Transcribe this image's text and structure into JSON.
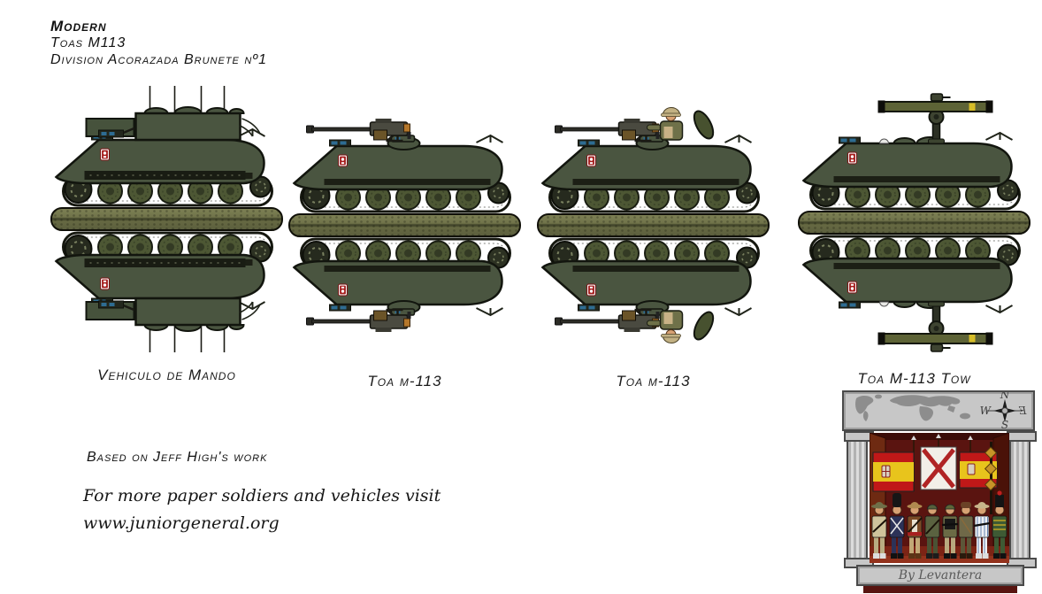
{
  "header": {
    "title": "Modern",
    "subtitle": "Toas M113",
    "unit": "Division Acorazada Brunete nº1"
  },
  "vehicles": [
    {
      "id": "command",
      "label": "Vehiculo de Mando"
    },
    {
      "id": "mg",
      "label": "Toa m-113"
    },
    {
      "id": "crew",
      "label": "Toa m-113"
    },
    {
      "id": "tow",
      "label": "Toa M-113 Tow"
    }
  ],
  "credits": {
    "based_on": "Based on Jeff High's work",
    "promo_line1": "For more paper soldiers and vehicles visit",
    "promo_line2": "www.juniorgeneral.org"
  },
  "logo": {
    "author": "By Levantera",
    "compass": {
      "north": "N",
      "west": "W",
      "east": "E",
      "south": "S"
    }
  },
  "colors": {
    "hull_olive": "#4a5540",
    "wheel_olive": "#4d5734",
    "track_dark": "#15170f",
    "fold_strip_olive": "#6e7149",
    "insignia_red": "#a61c1c",
    "periscope_blue": "#2e6c92",
    "tow_tube_olive": "#5d6336",
    "tow_band_yellow": "#d6bd27",
    "flag_red": "#c01818",
    "flag_yellow": "#e8c41c",
    "stone_gray": "#c7c7c7",
    "room_dark_red": "#581410"
  }
}
